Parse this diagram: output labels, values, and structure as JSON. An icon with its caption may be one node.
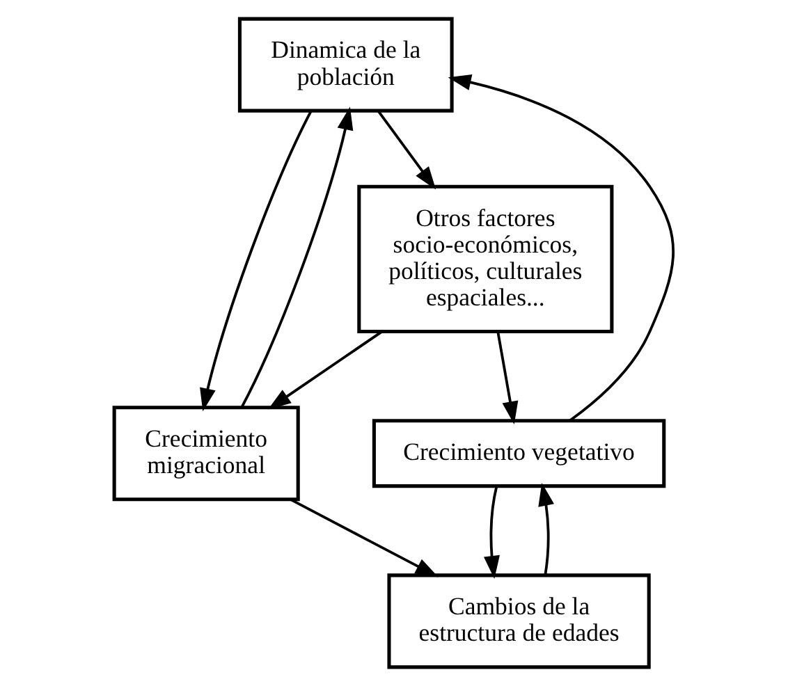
{
  "diagram": {
    "nodes": [
      {
        "text": [
          "Dinamica de la población"
        ]
      },
      {
        "text": [
          "Crecimiento vegetativo"
        ]
      },
      {
        "text": [
          "Crecimiento migracional"
        ]
      },
      {
        "text": [
          "Cambios de la estructura de edades"
        ]
      },
      {
        "text": [
          "Otros factores socio-económicos, políticos, culturales espaciales..."
        ]
      }
    ],
    "edges": [
      {
        "from": 1,
        "to": 0,
        "arrow": "to"
      },
      {
        "from": 2,
        "to": 0,
        "arrow": "to"
      },
      {
        "from": 0,
        "to": 2,
        "arrow": "to"
      },
      {
        "from": 1,
        "to": 3,
        "arrow": "to"
      },
      {
        "from": 3,
        "to": 1,
        "arrow": "to"
      },
      {
        "from": 2,
        "to": 3,
        "arrow": "to"
      },
      {
        "from": 4,
        "to": 2,
        "arrow": "to"
      },
      {
        "from": 0,
        "to": 4,
        "arrow": "to"
      },
      {
        "from": 4,
        "to": 1,
        "arrow": "to"
      }
    ]
  }
}
